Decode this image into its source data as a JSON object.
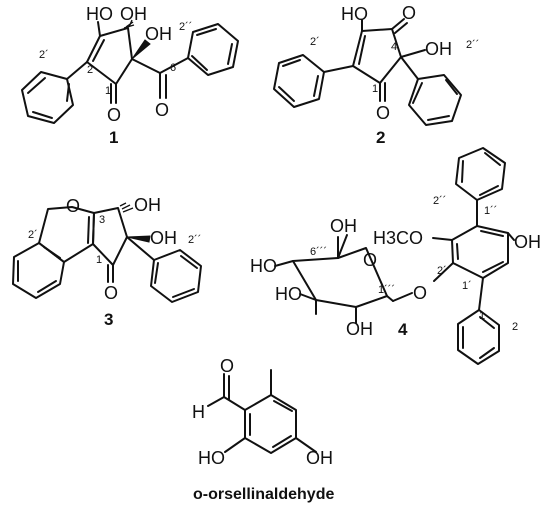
{
  "compounds": [
    {
      "id": "1",
      "atoms": {
        "oh_a": "HO",
        "oh_b": "OH",
        "oh_c": "OH",
        "o_keto": "O",
        "o_benzoyl": "O"
      },
      "numbers": {
        "n2p": "2´",
        "n2": "2",
        "n1": "1",
        "n6": "6",
        "n2pp": "2´´"
      }
    },
    {
      "id": "2",
      "atoms": {
        "oh_a": "HO",
        "o_top": "O",
        "oh_b": "OH",
        "o_keto": "O"
      },
      "numbers": {
        "n2p": "2´",
        "n4": "4",
        "n1": "1",
        "n2pp": "2´´"
      }
    },
    {
      "id": "3",
      "atoms": {
        "o_ring": "O",
        "oh_a": "OH",
        "oh_b": "OH",
        "o_keto": "O"
      },
      "numbers": {
        "n2p": "2´",
        "n3": "3",
        "n1": "1",
        "n2pp": "2´´"
      }
    },
    {
      "id": "4",
      "atoms": {
        "oh_6": "OH",
        "ho_4": "HO",
        "ho_3": "HO",
        "oh_2": "OH",
        "o_ring": "O",
        "o_link": "O",
        "h3co": "H3CO",
        "oh_ar": "OH"
      },
      "numbers": {
        "n6": "6´´´",
        "n1ppp": "1´´´",
        "n2pp": "2´´",
        "n1pp": "1´´",
        "n2p": "2´",
        "n1p": "1´",
        "n1": "1",
        "n2": "2"
      }
    }
  ],
  "orsellinaldehyde": {
    "name": "o-orsellinaldehyde",
    "atoms": {
      "o": "O",
      "h": "H",
      "ho": "HO",
      "oh": "OH"
    }
  }
}
